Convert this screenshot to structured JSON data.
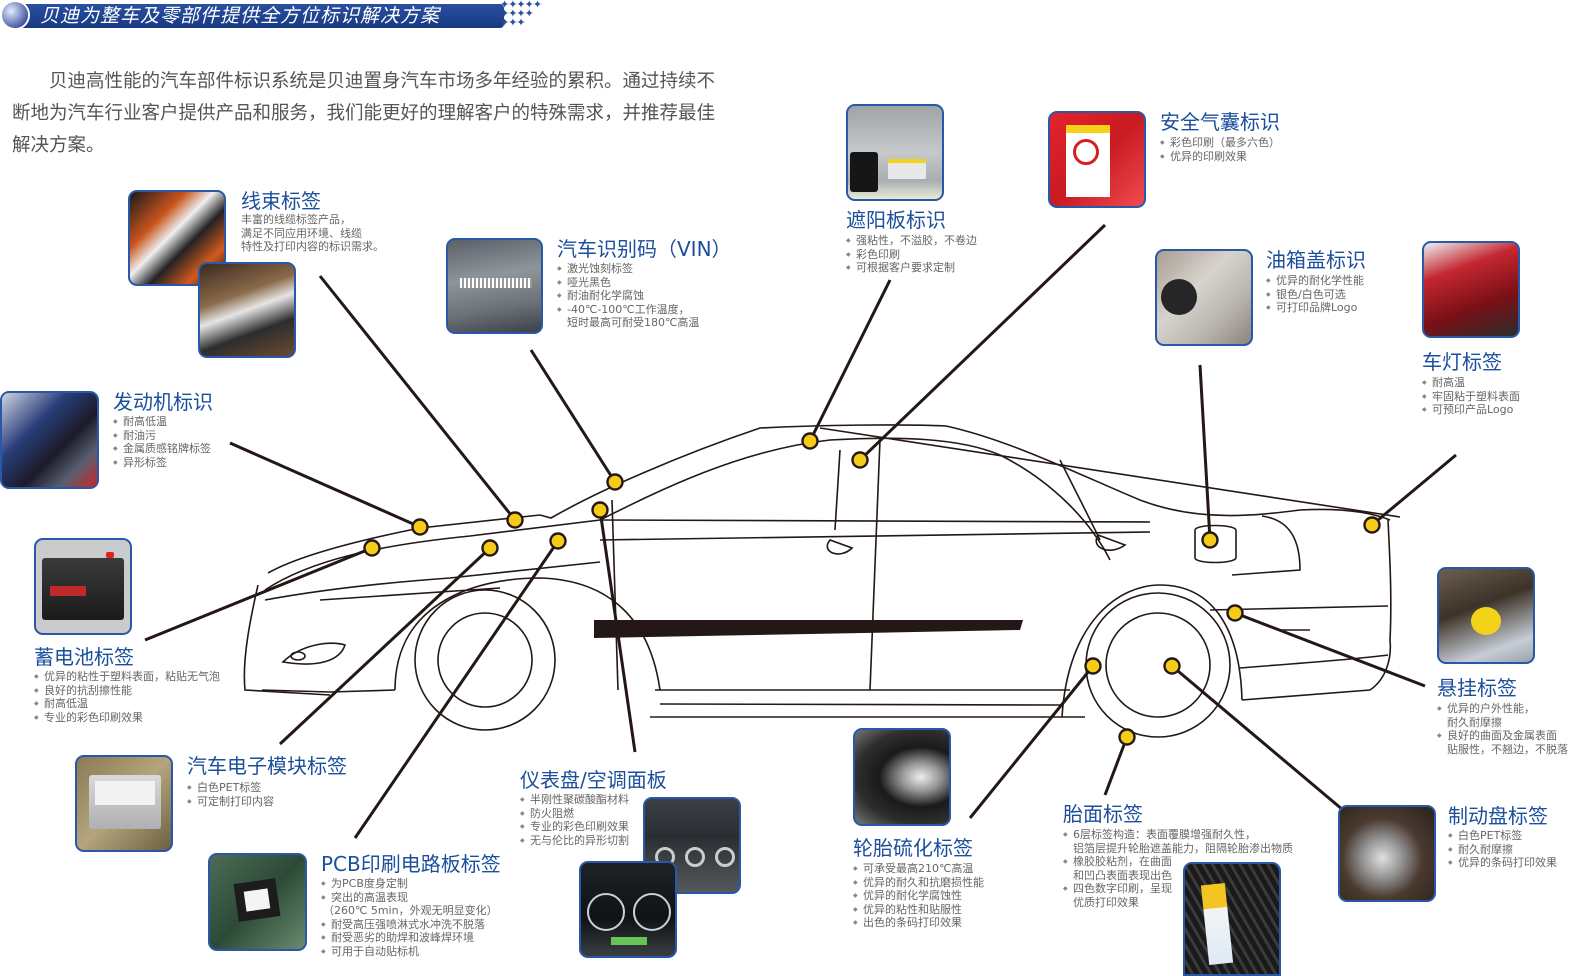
{
  "banner": {
    "title": "贝迪为整车及零部件提供全方位标识解决方案",
    "stars": "★★★★★\n★★★★\n★★★",
    "accent_color": "#1f4694"
  },
  "intro": {
    "text": "贝迪高性能的汽车部件标识系统是贝迪置身汽车市场多年经验的累积。通过持续不断地为汽车行业客户提供产品和服务，我们能更好的理解客户的特殊需求，并推荐最佳解决方案。"
  },
  "sections": {
    "harness": {
      "title": "线束标签",
      "desc": "丰富的线缆标签产品，\n满足不同应用环境、线缆\n特性及打印内容的标识需求。",
      "photo_icon": "wire-harness-photo"
    },
    "vin": {
      "title": "汽车识别码（VIN）",
      "bullets": [
        "激光蚀刻标签",
        "哑光黑色",
        "耐油耐化学腐蚀",
        "-40℃-100℃工作温度，"
      ],
      "bullet_cont": "短时最高可耐受180℃高温",
      "photo_icon": "vin-plate-photo"
    },
    "visor": {
      "title": "遮阳板标识",
      "bullets": [
        "强粘性，不溢胶，不卷边",
        "彩色印刷",
        "可根据客户要求定制"
      ],
      "photo_icon": "sun-visor-photo"
    },
    "airbag": {
      "title": "安全气囊标识",
      "bullets": [
        "彩色印刷（最多六色）",
        "优异的印刷效果"
      ],
      "photo_icon": "airbag-label-photo"
    },
    "fuel": {
      "title": "油箱盖标识",
      "bullets": [
        "优异的耐化学性能",
        "银色/白色可选",
        "可打印品牌Logo"
      ],
      "photo_icon": "fuel-cap-photo"
    },
    "lamp": {
      "title": "车灯标签",
      "bullets": [
        "耐高温",
        "牢固粘于塑料表面",
        "可预印产品Logo"
      ],
      "photo_icon": "headlamp-photo"
    },
    "engine": {
      "title": "发动机标识",
      "bullets": [
        "耐高低温",
        "耐油污",
        "金属质感铭牌标签",
        "异形标签"
      ],
      "photo_icon": "engine-photo"
    },
    "battery": {
      "title": "蓄电池标签",
      "bullets": [
        "优异的粘性于塑料表面，粘贴无气泡",
        "良好的抗刮擦性能",
        "耐高低温",
        "专业的彩色印刷效果"
      ],
      "photo_icon": "battery-photo"
    },
    "ecu": {
      "title": "汽车电子模块标签",
      "bullets": [
        "白色PET标签",
        "可定制打印内容"
      ],
      "photo_icon": "ecu-module-photo"
    },
    "pcb": {
      "title": "PCB印刷电路板标签",
      "bullets": [
        "为PCB度身定制",
        "突出的高温表现"
      ],
      "bullet_cont": "（260℃ 5min，外观无明显变化）",
      "bullets2": [
        "耐受高压强喷淋式水冲洗不脱落",
        "耐受恶劣的助焊和波峰焊环境",
        "可用于自动贴标机"
      ],
      "photo_icon": "pcb-board-photo"
    },
    "dash": {
      "title": "仪表盘/空调面板",
      "bullets": [
        "半刚性聚碳酸酯材料",
        "防火阻燃",
        "专业的彩色印刷效果",
        "无与伦比的异形切割"
      ],
      "photo_icon": "dashboard-photo"
    },
    "tire_cure": {
      "title": "轮胎硫化标签",
      "bullets": [
        "可承受最高210℃高温",
        "优异的耐久和抗磨损性能",
        "优异的耐化学腐蚀性",
        "优异的粘性和贴服性",
        "出色的条码打印效果"
      ],
      "photo_icon": "tire-sidewall-photo"
    },
    "tread": {
      "title": "胎面标签",
      "b1": "6层标签构造：表面覆膜增强耐久性，",
      "b1_cont": "铝箔层提升轮胎遮盖能力，阻隔轮胎渗出物质",
      "b2": "橡胶胶粘剂，在曲面",
      "b2_cont": "和凹凸表面表现出色",
      "b3": "四色数字印刷，呈现",
      "b3_cont": "优质打印效果",
      "photo_icon": "tire-tread-photo"
    },
    "suspension": {
      "title": "悬挂标签",
      "b1": "优异的户外性能，",
      "b1_cont": "耐久耐摩擦",
      "b2": "良好的曲面及金属表面",
      "b2_cont": "贴服性，不翘边，不脱落",
      "photo_icon": "suspension-photo"
    },
    "brake": {
      "title": "制动盘标签",
      "bullets": [
        "白色PET标签",
        "耐久耐摩擦",
        "优异的条码打印效果"
      ],
      "photo_icon": "brake-disc-photo"
    }
  },
  "callout_color": "#f7cc16"
}
